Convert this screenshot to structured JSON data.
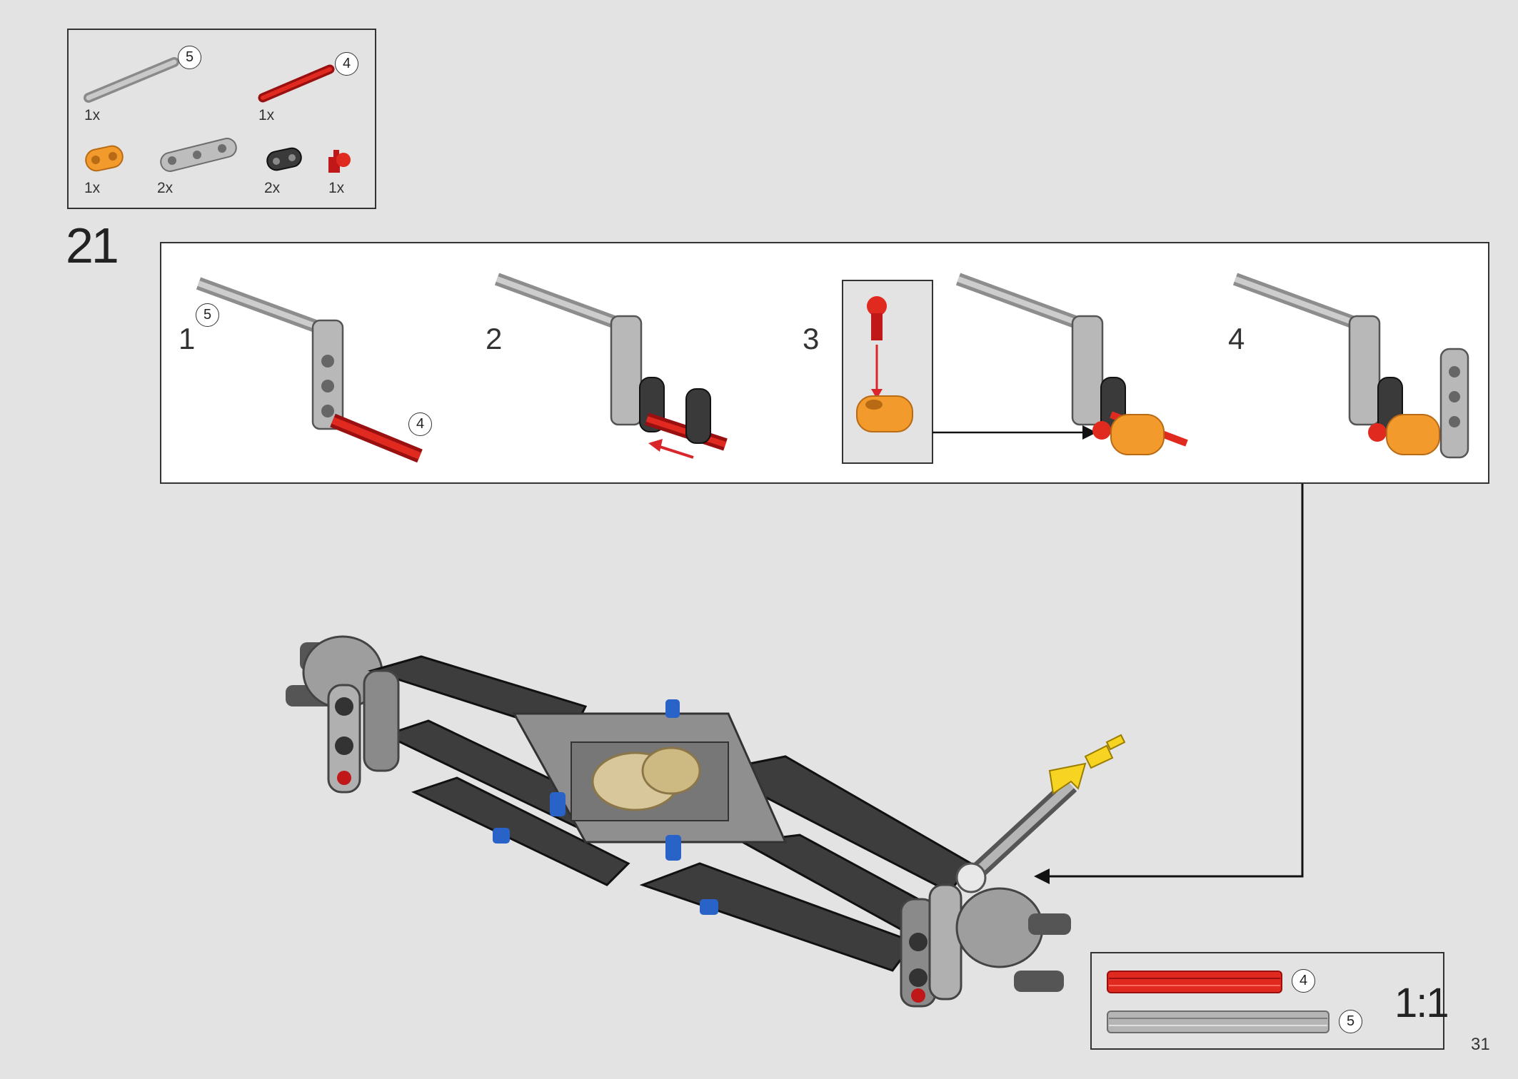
{
  "parts_list": {
    "items": [
      {
        "name": "axle-5-grey",
        "qty": "1x",
        "length_label": "5",
        "icon": "grey-axle-icon"
      },
      {
        "name": "axle-4-red",
        "qty": "1x",
        "length_label": "4",
        "icon": "red-axle-icon"
      },
      {
        "name": "orange-beam-2",
        "qty": "1x",
        "icon": "orange-liftarm-icon"
      },
      {
        "name": "grey-beam-3",
        "qty": "2x",
        "icon": "grey-liftarm-icon"
      },
      {
        "name": "black-beam-2",
        "qty": "2x",
        "icon": "black-liftarm-icon"
      },
      {
        "name": "red-ball-pin",
        "qty": "1x",
        "icon": "red-pin-icon"
      }
    ]
  },
  "step": {
    "number": "21"
  },
  "substeps": [
    {
      "label": "1",
      "callouts": [
        "5",
        "4"
      ]
    },
    {
      "label": "2"
    },
    {
      "label": "3"
    },
    {
      "label": "4"
    }
  ],
  "scale_box": {
    "ratio": "1:1",
    "axles": [
      {
        "label": "4",
        "color": "#e02a1f"
      },
      {
        "label": "5",
        "color": "#a9a9a9"
      }
    ]
  },
  "page_number": "31",
  "colors": {
    "background": "#e3e3e3",
    "frame": "#333333",
    "red": "#d41a1a",
    "orange": "#f39a2d",
    "grey": "#a8a8a8",
    "dark": "#3a3a3a",
    "blue": "#2a63c8",
    "yellow": "#f6d421"
  }
}
